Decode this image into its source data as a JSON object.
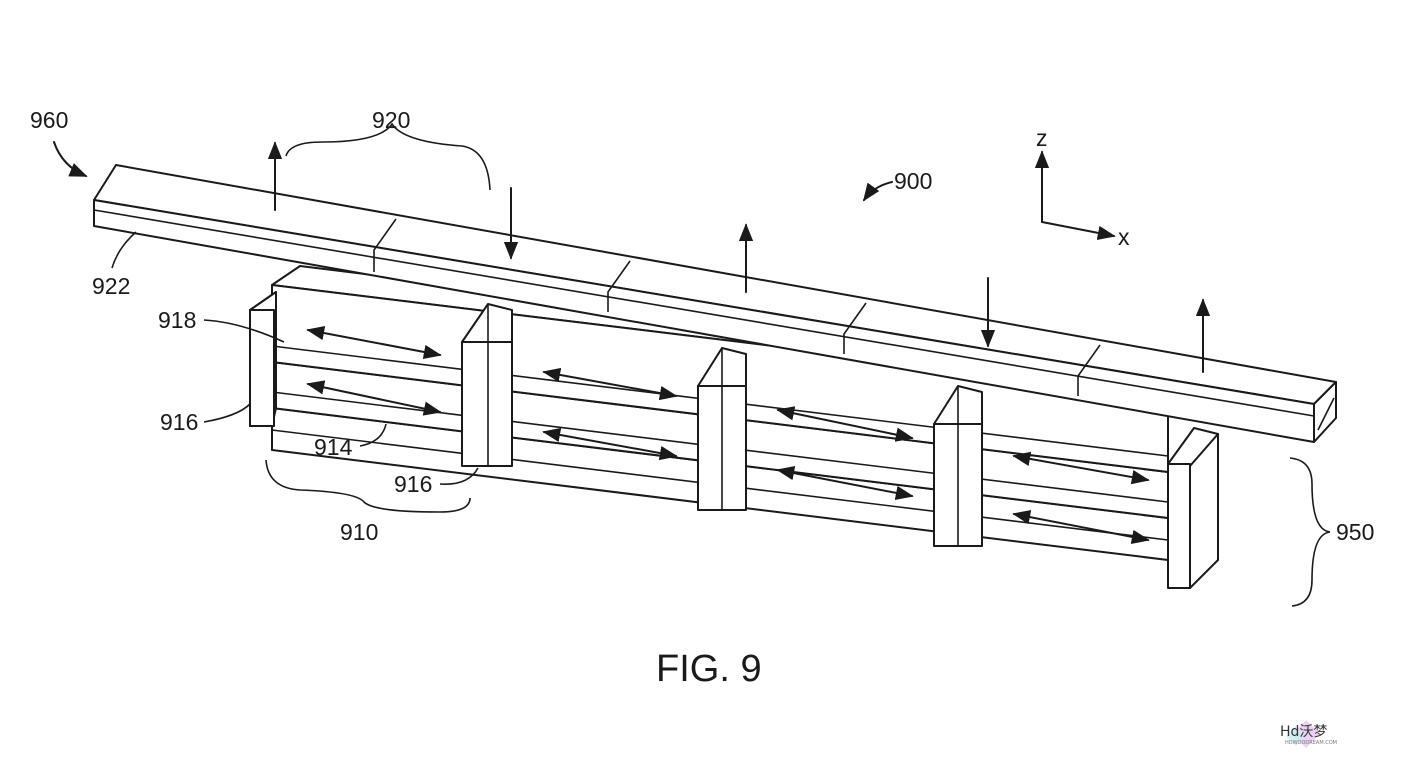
{
  "figure": {
    "caption": "FIG. 9",
    "labels": {
      "l960": "960",
      "l920": "920",
      "l900": "900",
      "l922": "922",
      "l918": "918",
      "l916a": "916",
      "l914": "914",
      "l916b": "916",
      "l910": "910",
      "l950": "950"
    },
    "axes": {
      "z": "z",
      "x": "x"
    }
  },
  "watermark": {
    "text": "Hd沃梦",
    "sub": "HDWOODREAM.COM"
  }
}
